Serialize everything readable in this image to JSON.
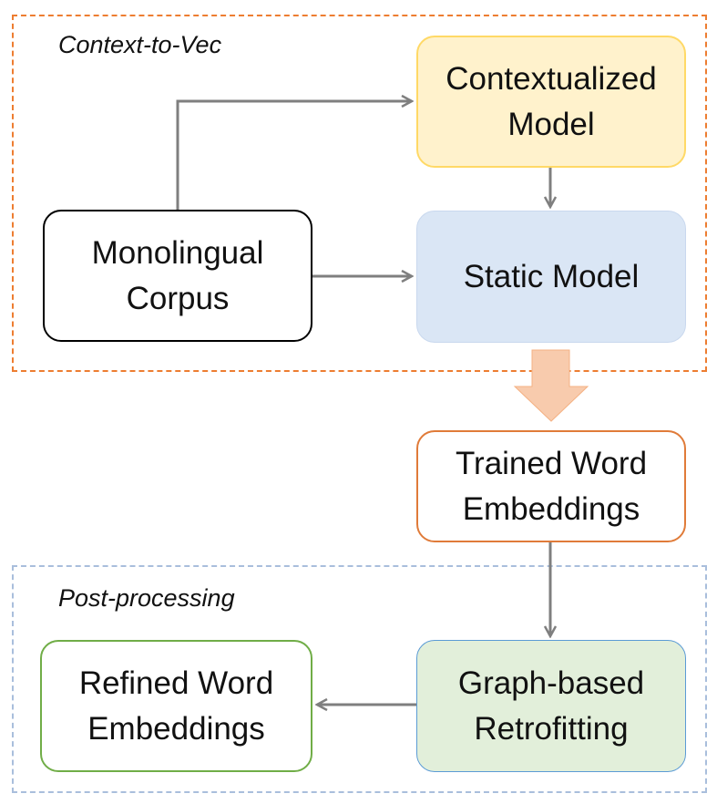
{
  "groups": {
    "context_to_vec": "Context-to-Vec",
    "post_processing": "Post-processing"
  },
  "nodes": {
    "monolingual_corpus": "Monolingual\nCorpus",
    "contextualized_model": "Contextualized\nModel",
    "static_model": "Static Model",
    "trained_word_embeddings": "Trained Word\nEmbeddings",
    "graph_based_retrofitting": "Graph-based\nRetrofitting",
    "refined_word_embeddings": "Refined Word\nEmbeddings"
  },
  "colors": {
    "context_group_border": "#ED7D31",
    "post_group_border": "#A9BEDC",
    "contextualized_fill": "#FFF2CC",
    "static_fill": "#DAE6F5",
    "graph_fill": "#E2EFDA",
    "trained_border": "#E07B39",
    "refined_border": "#70AD47",
    "arrow": "#7F7F7F",
    "big_arrow": "#F8CBAD"
  }
}
